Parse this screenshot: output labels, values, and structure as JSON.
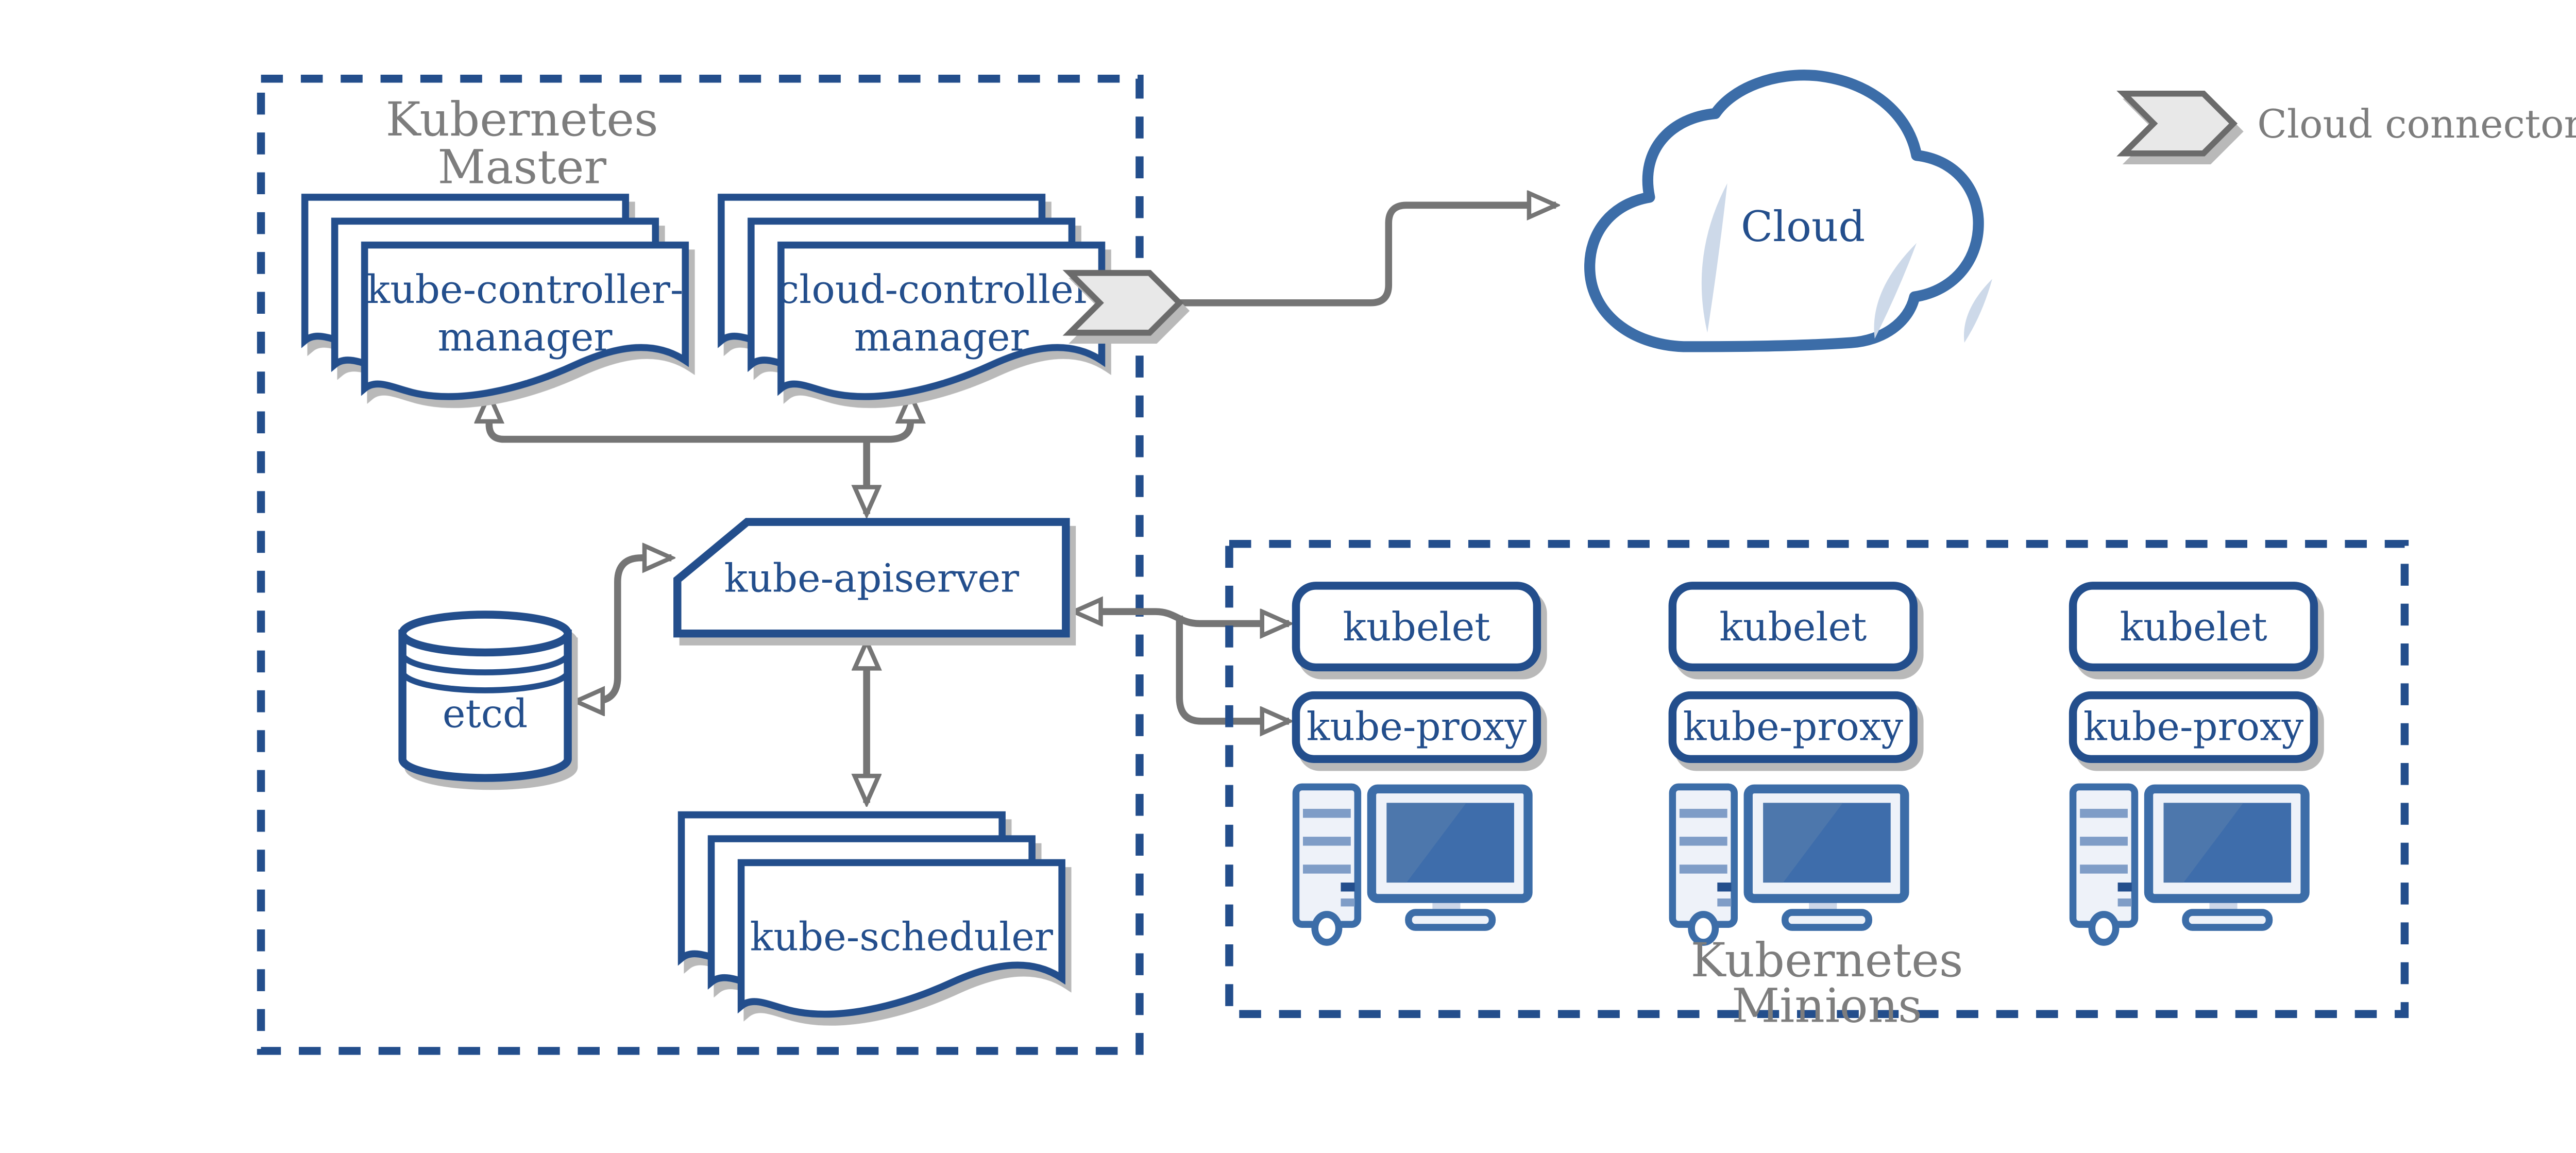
{
  "colors": {
    "primary_blue": "#234e8c",
    "mid_blue": "#3c6da8",
    "screen_blue": "#3e6dab",
    "screen_highlight": "#4d77ac",
    "stripe_blue": "#7f9dc7",
    "light_fill": "#eef2f9",
    "crescent": "#cdd9e9",
    "arrow_gray": "#757575",
    "label_gray": "#7d7d7d",
    "shadow_gray": "#b9b9b9",
    "chevron_fill": "#e8e8e8"
  },
  "master": {
    "title_line1": "Kubernetes",
    "title_line2": "Master"
  },
  "components": {
    "kube_controller_manager": {
      "line1": "kube-controller-",
      "line2": "manager"
    },
    "cloud_controller_manager": {
      "line1": "cloud-controller-",
      "line2": "manager"
    },
    "kube_apiserver": {
      "label": "kube-apiserver"
    },
    "etcd": {
      "label": "etcd"
    },
    "kube_scheduler": {
      "label": "kube-scheduler"
    }
  },
  "cloud": {
    "label": "Cloud"
  },
  "legend": {
    "label": "Cloud connector"
  },
  "minions": {
    "title_line1": "Kubernetes",
    "title_line2": "Minions",
    "nodes": [
      {
        "kubelet": "kubelet",
        "kube_proxy": "kube-proxy"
      },
      {
        "kubelet": "kubelet",
        "kube_proxy": "kube-proxy"
      },
      {
        "kubelet": "kubelet",
        "kube_proxy": "kube-proxy"
      }
    ]
  }
}
